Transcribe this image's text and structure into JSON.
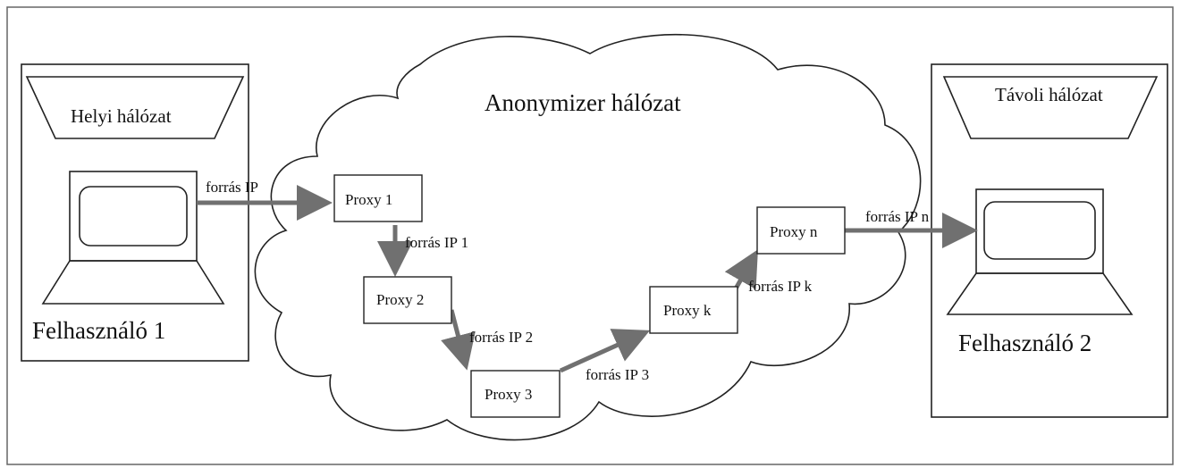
{
  "cloud": {
    "title": "Anonymizer hálózat"
  },
  "left_network": {
    "label": "Helyi hálózat",
    "user": "Felhasználó 1"
  },
  "right_network": {
    "label": "Távoli hálózat",
    "user": "Felhasználó 2"
  },
  "proxies": {
    "p1": "Proxy 1",
    "p2": "Proxy 2",
    "p3": "Proxy 3",
    "pk": "Proxy k",
    "pn": "Proxy n"
  },
  "links": {
    "user_to_p1": "forrás IP",
    "p1_to_p2": "forrás IP 1",
    "p2_to_p3": "forrás IP 2",
    "p3_to_pk": "forrás IP 3",
    "pk_to_pn": "forrás IP k",
    "pn_to_user": "forrás IP n"
  },
  "colors": {
    "arrow": "#707070",
    "line": "#222222"
  }
}
